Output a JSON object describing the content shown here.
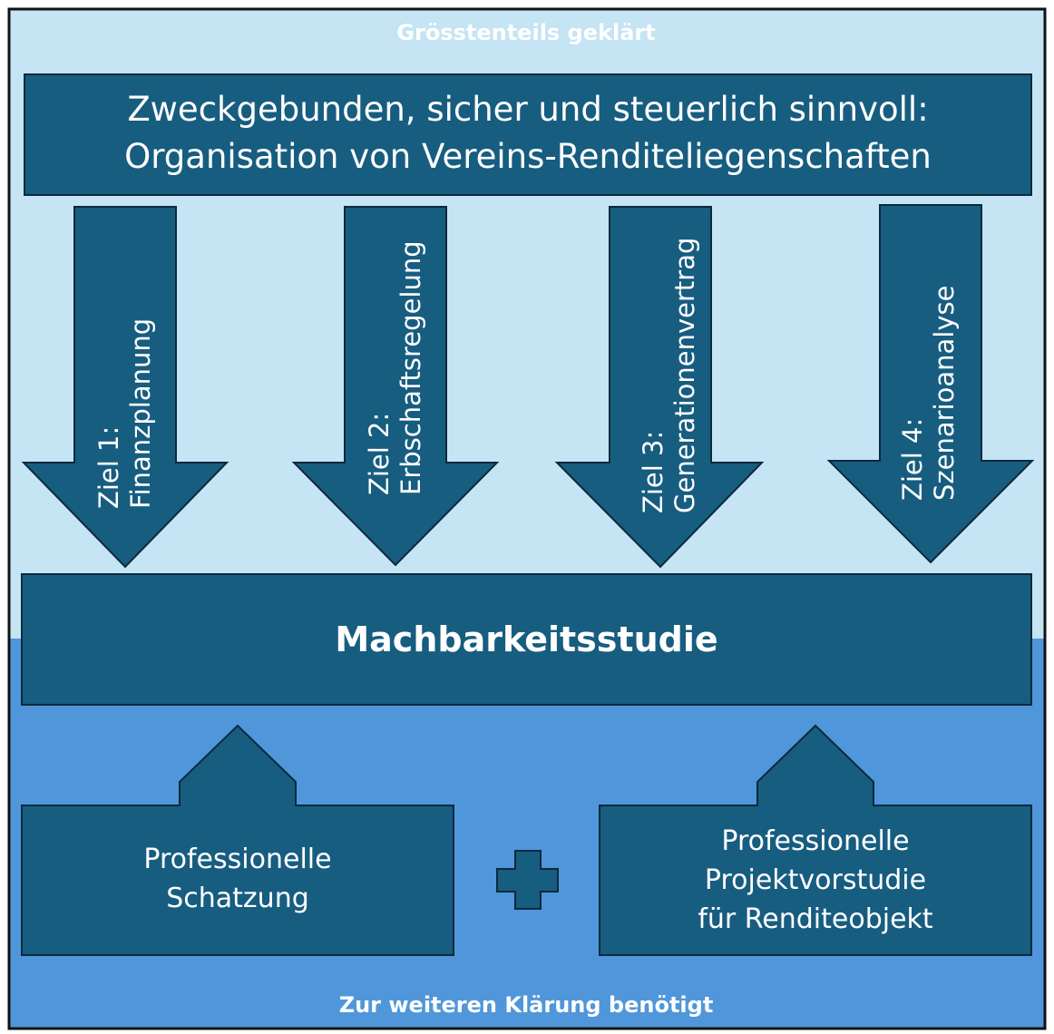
{
  "zones": {
    "top_label": "Grösstenteils geklärt",
    "bottom_label": "Zur weiteren Klärung benötigt"
  },
  "title": {
    "line1": "Zweckgebunden, sicher und steuerlich sinnvoll:",
    "line2": "Organisation von Vereins-Renditeliegenschaften"
  },
  "goals": [
    {
      "line1": "Ziel 1:",
      "line2": "Finanzplanung"
    },
    {
      "line1": "Ziel 2:",
      "line2": "Erbschaftsregelung"
    },
    {
      "line1": "Ziel 3:",
      "line2": "Generationenvertrag"
    },
    {
      "line1": "Ziel 4:",
      "line2": "Szenarioanalyse"
    }
  ],
  "feasibility": {
    "label": "Machbarkeitsstudie"
  },
  "inputs": [
    {
      "line1": "Professionelle",
      "line2": "Schatzung"
    },
    {
      "line1": "Professionelle",
      "line2": "Projektvorstudie",
      "line3": "für Renditeobjekt"
    }
  ],
  "operator_icon": "plus-icon",
  "colors": {
    "top_zone": "#C5E4F4",
    "bottom_zone": "#5096DA",
    "box_fill": "#175D80",
    "border": "#0B2A3D",
    "text": "#FFFFFF"
  }
}
